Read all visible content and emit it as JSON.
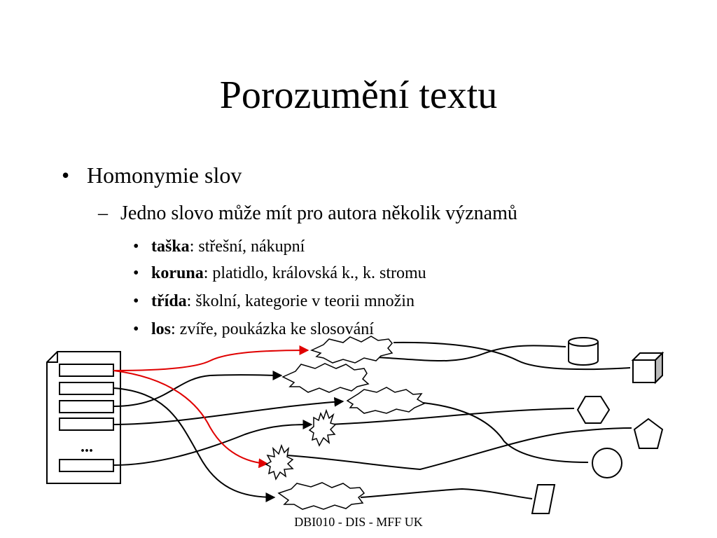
{
  "slide": {
    "title": "Porozumění textu",
    "footer": "DBI010 - DIS - MFF UK"
  },
  "bullets": {
    "level1_marker": "•",
    "level1_text": "Homonymie slov",
    "level2_marker": "–",
    "level2_text": "Jedno slovo může mít pro autora několik významů",
    "level3_marker": "•",
    "items": [
      {
        "term": "taška",
        "meaning": ": střešní, nákupní"
      },
      {
        "term": "koruna",
        "meaning": ": platidlo, královská k., k. stromu"
      },
      {
        "term": "třída",
        "meaning": ": školní, kategorie v teorii množin"
      },
      {
        "term": "los",
        "meaning": ": zvíře, poukázka ke slosování"
      }
    ]
  },
  "diagram": {
    "document_ellipsis": "...",
    "highlight_color": "#e00000",
    "line_color": "#000000",
    "target_shapes": [
      "cylinder",
      "cube",
      "hexagon",
      "pentagon",
      "circle",
      "parallelogram"
    ]
  }
}
